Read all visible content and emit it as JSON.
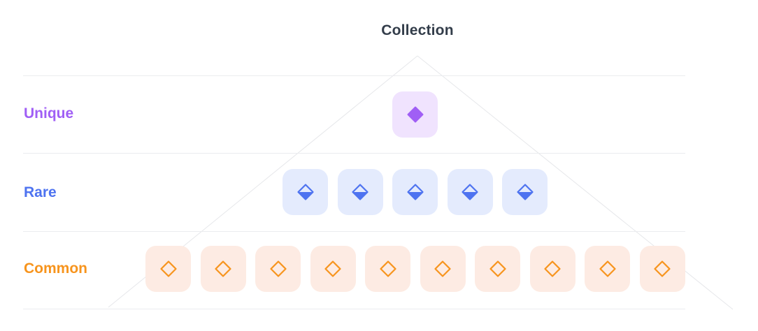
{
  "title": "Collection",
  "tiers": [
    {
      "key": "unique",
      "label": "Unique",
      "count": 1,
      "icon": "diamond-filled-icon",
      "label_color": "#a05ff5",
      "tile_bg": "#f0e3fe",
      "icon_color": "#a05ff5"
    },
    {
      "key": "rare",
      "label": "Rare",
      "count": 5,
      "icon": "diamond-half-filled-icon",
      "label_color": "#4e73f0",
      "tile_bg": "#e4ebfd",
      "icon_color": "#4e73f0"
    },
    {
      "key": "common",
      "label": "Common",
      "count": 10,
      "icon": "diamond-outline-icon",
      "label_color": "#f7941d",
      "tile_bg": "#fdebe3",
      "icon_color": "#f7941d"
    }
  ]
}
